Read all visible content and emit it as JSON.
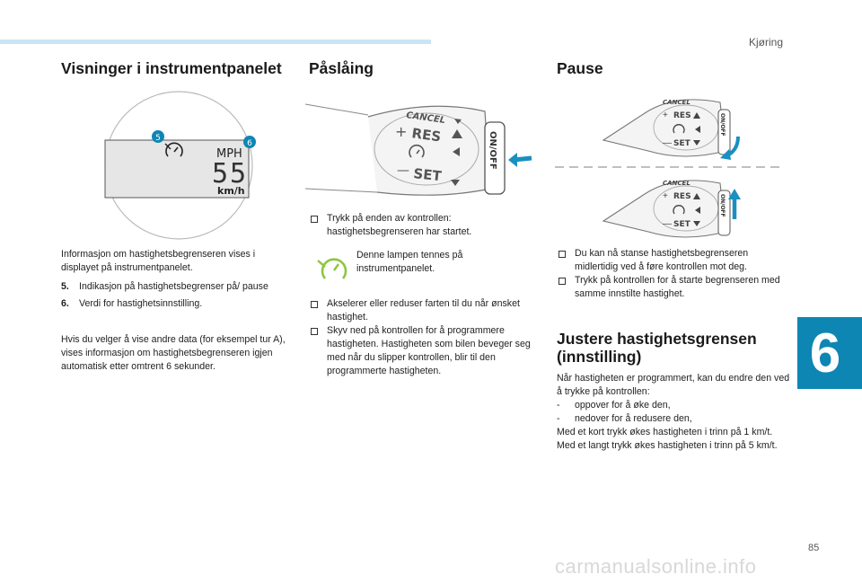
{
  "header": {
    "chapter_name": "Kjøring",
    "chapter_number": "6"
  },
  "page_number": "85",
  "watermark": "carmanualsonline.info",
  "col1": {
    "title": "Visninger i instrumentpanelet",
    "display": {
      "marker_5": "5",
      "marker_6": "6",
      "unit_top": "MPH",
      "speed": "55",
      "unit_bottom": "km/h"
    },
    "intro": "Informasjon om hastighetsbegrenseren vises i displayet på instrumentpanelet.",
    "items": [
      {
        "num": "5.",
        "text": "Indikasjon på hastighetsbegrenser på/ pause"
      },
      {
        "num": "6.",
        "text": "Verdi for hastighetsinnstilling."
      }
    ],
    "note": "Hvis du velger å vise andre data (for eksempel tur A), vises informasjon om hastighetsbegrenseren igjen automatisk etter omtrent 6 sekunder."
  },
  "col2": {
    "title": "Påslåing",
    "stalk": {
      "cancel": "CANCEL",
      "res": "RES",
      "set": "SET",
      "onoff": "ON/OFF"
    },
    "step1": "Trykk på enden av kontrollen: hastighetsbegrenseren har startet.",
    "lamp_text": "Denne lampen tennes på instrumentpanelet.",
    "step2": "Akselerer eller reduser farten til du når ønsket hastighet.",
    "step3": "Skyv ned på kontrollen for å programmere hastigheten. Hastigheten som bilen beveger seg med når du slipper kontrollen, blir til den programmerte hastigheten."
  },
  "col3": {
    "title": "Pause",
    "stalk": {
      "cancel": "CANCEL",
      "res": "RES",
      "set": "SET",
      "onoff": "ON/OFF"
    },
    "step1": "Du kan nå stanse hastighetsbegrenseren midlertidig ved å føre kontrollen mot deg.",
    "step2": "Trykk på kontrollen for å starte begrenseren med samme innstilte hastighet.",
    "title2": "Justere hastighetsgrensen (innstilling)",
    "adjust_intro": "Når hastigheten er programmert, kan du endre den ved å trykke på kontrollen:",
    "adjust_items": [
      "oppover for å øke den,",
      "nedover for å redusere den,"
    ],
    "adjust_short": "Med et kort trykk økes hastigheten i trinn på 1 km/t.",
    "adjust_long": "Med et langt trykk økes hastigheten i trinn på 5 km/t."
  },
  "colors": {
    "accent": "#0e86b3",
    "highlight": "#c9e6f3",
    "lamp_green": "#8dc63f",
    "arrow_blue": "#1a8fc0"
  }
}
